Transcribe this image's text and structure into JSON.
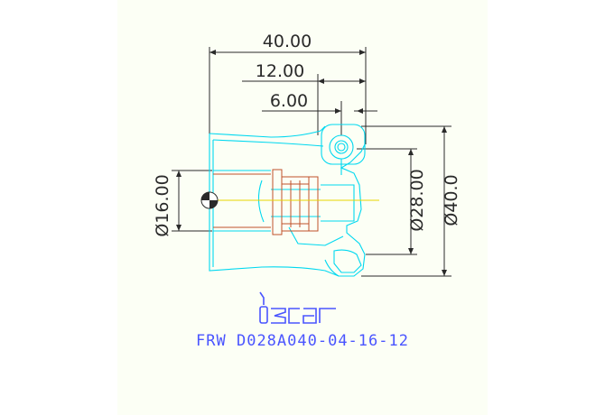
{
  "drawing": {
    "dimensions": {
      "overall_length": "40.00",
      "length_12": "12.00",
      "length_6": "6.00",
      "bore_diameter": "Ø16.00",
      "body_diameter": "Ø28.00",
      "cutting_diameter": "Ø40.0"
    },
    "logo_text": "iscar",
    "part_number": "FRW D028A040-04-16-12"
  },
  "colors": {
    "background": "#fcfff5",
    "outline": "#00d8f0",
    "dimension": "#2a2a2a",
    "hidden_lines": "#c0502a",
    "title": "#4a55ff",
    "centerline": "#e8d400"
  }
}
